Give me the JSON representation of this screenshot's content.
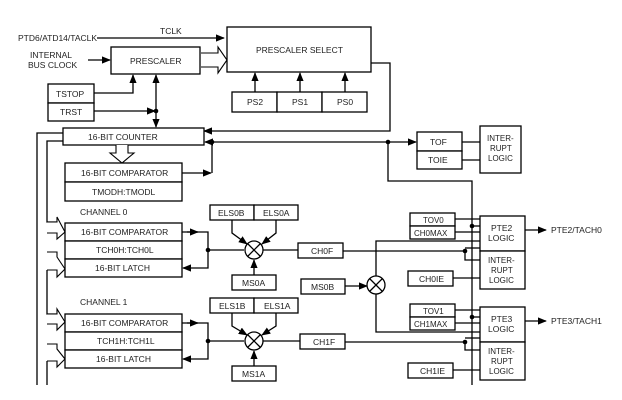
{
  "diagram": {
    "inputs": {
      "pin_tclk_source": "PTD6/ATD14/TACLK",
      "tclk_label": "TCLK",
      "internal_bus_clock": [
        "INTERNAL",
        "BUS CLOCK"
      ]
    },
    "blocks": {
      "prescaler": "PRESCALER",
      "prescaler_select": "PRESCALER SELECT",
      "ps_bits": [
        "PS2",
        "PS1",
        "PS0"
      ],
      "tstop": "TSTOP",
      "trst": "TRST",
      "counter": "16-BIT COUNTER",
      "mod_comparator": "16-BIT COMPARATOR",
      "mod_register": "TMODH:TMODL",
      "tof": "TOF",
      "toie": "TOIE",
      "overflow_interrupt_logic": [
        "INTER-",
        "RUPT",
        "LOGIC"
      ]
    },
    "channels": [
      {
        "title": "CHANNEL 0",
        "comparator": "16-BIT COMPARATOR",
        "register": "TCH0H:TCH0L",
        "latch": "16-BIT LATCH",
        "elsb": "ELS0B",
        "elsa": "ELS0A",
        "msa": "MS0A",
        "flag": "CH0F",
        "tov": "TOV0",
        "chmax": "CH0MAX",
        "ie": "CH0IE",
        "pin_logic": [
          "PTE2",
          "LOGIC"
        ],
        "interrupt_logic": [
          "INTER-",
          "RUPT",
          "LOGIC"
        ],
        "output_pin": "PTE2/TACH0"
      },
      {
        "title": "CHANNEL 1",
        "comparator": "16-BIT COMPARATOR",
        "register": "TCH1H:TCH1L",
        "latch": "16-BIT LATCH",
        "elsb": "ELS1B",
        "elsa": "ELS1A",
        "msa": "MS1A",
        "flag": "CH1F",
        "tov": "TOV1",
        "chmax": "CH1MAX",
        "ie": "CH1IE",
        "pin_logic": [
          "PTE3",
          "LOGIC"
        ],
        "interrupt_logic": [
          "INTER-",
          "RUPT",
          "LOGIC"
        ],
        "output_pin": "PTE3/TACH1"
      }
    ],
    "ms0b": "MS0B"
  }
}
